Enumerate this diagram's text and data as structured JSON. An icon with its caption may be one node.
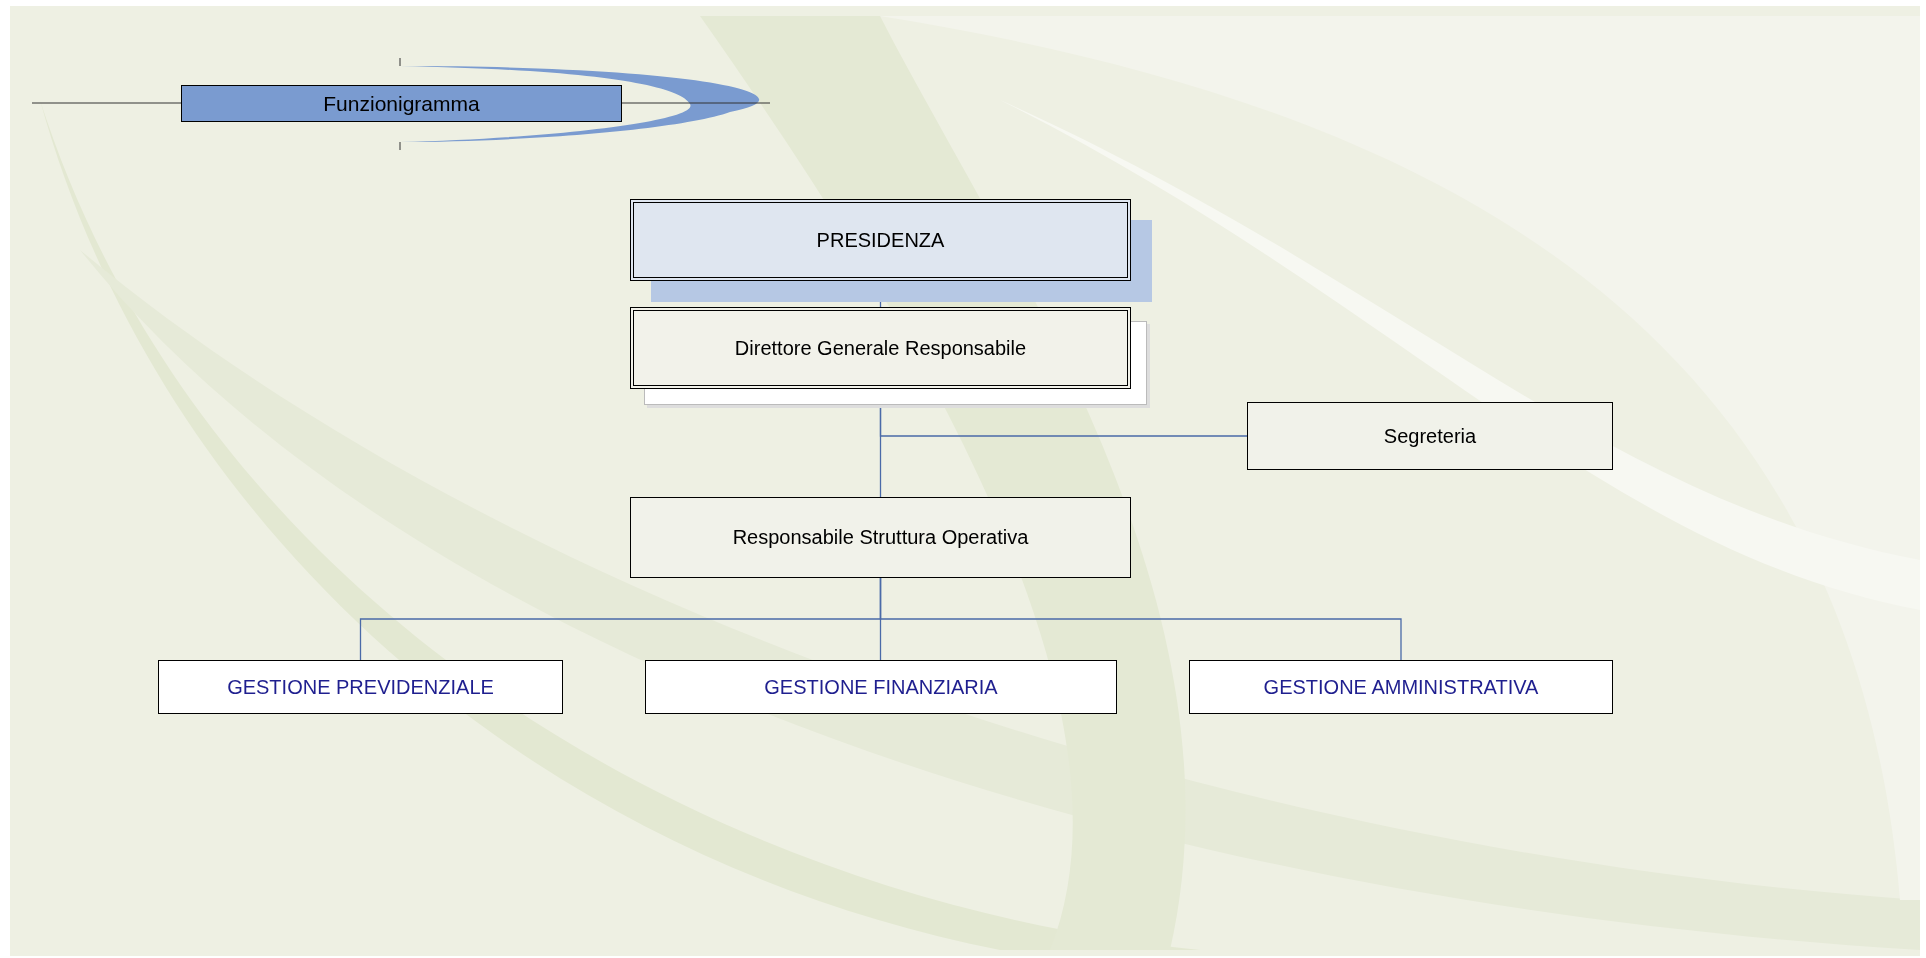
{
  "diagram": {
    "title": "Funzionigramma",
    "nodes": [
      {
        "text": [
          "PRESIDENZA"
        ]
      },
      {
        "text": [
          "Direttore Generale Responsabile"
        ]
      },
      {
        "text": [
          "Segreteria"
        ]
      },
      {
        "text": [
          "Responsabile Struttura Operativa"
        ]
      },
      {
        "text": [
          "GESTIONE PREVIDENZIALE"
        ]
      },
      {
        "text": [
          "GESTIONE FINANZIARIA"
        ]
      },
      {
        "text": [
          "GESTIONE AMMINISTRATIVA"
        ]
      }
    ],
    "edges": [
      {
        "from": 0,
        "to": 1,
        "arrow": "none"
      },
      {
        "from": 1,
        "to": 2,
        "arrow": "none"
      },
      {
        "from": 1,
        "to": 3,
        "arrow": "none"
      },
      {
        "from": 3,
        "to": 4,
        "arrow": "none"
      },
      {
        "from": 3,
        "to": 5,
        "arrow": "none"
      },
      {
        "from": 3,
        "to": 6,
        "arrow": "none"
      }
    ]
  }
}
